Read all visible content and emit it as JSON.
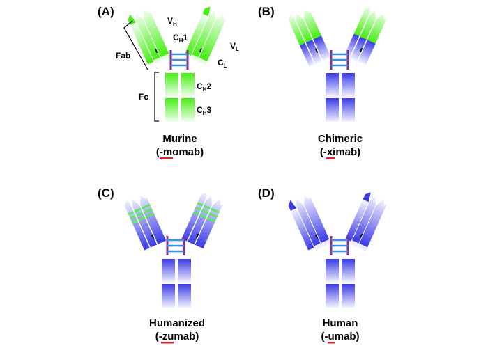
{
  "panels": [
    {
      "id": "A",
      "letter": "(A)",
      "name": "Murine",
      "suffix_pre": "(-",
      "suffix_mark": "mo",
      "suffix_post": "mab)"
    },
    {
      "id": "B",
      "letter": "(B)",
      "name": "Chimeric",
      "suffix_pre": "(-",
      "suffix_mark": "xi",
      "suffix_post": "mab)"
    },
    {
      "id": "C",
      "letter": "(C)",
      "name": "Humanized",
      "suffix_pre": "(-",
      "suffix_mark": "zu",
      "suffix_post": "mab)"
    },
    {
      "id": "D",
      "letter": "(D)",
      "name": "Human",
      "suffix_pre": "(-",
      "suffix_mark": "u",
      "suffix_post": "mab)"
    }
  ],
  "annotations": {
    "vh": {
      "base": "V",
      "sub": "H"
    },
    "ch1": {
      "base": "C",
      "sub": "H",
      "tail": "1"
    },
    "vl": {
      "base": "V",
      "sub": "L"
    },
    "cl": {
      "base": "C",
      "sub": "L"
    },
    "ch2": {
      "base": "C",
      "sub": "H",
      "tail": "2"
    },
    "ch3": {
      "base": "C",
      "sub": "H",
      "tail": "3"
    },
    "fab": "Fab",
    "fc": "Fc"
  },
  "colors": {
    "murine_green": "#44ee11",
    "human_blue": "#3a3ae6",
    "hinge_purple": "#8a2a9a",
    "disulfide_blue": "#3a8fe0",
    "underline_red": "#e02020"
  }
}
